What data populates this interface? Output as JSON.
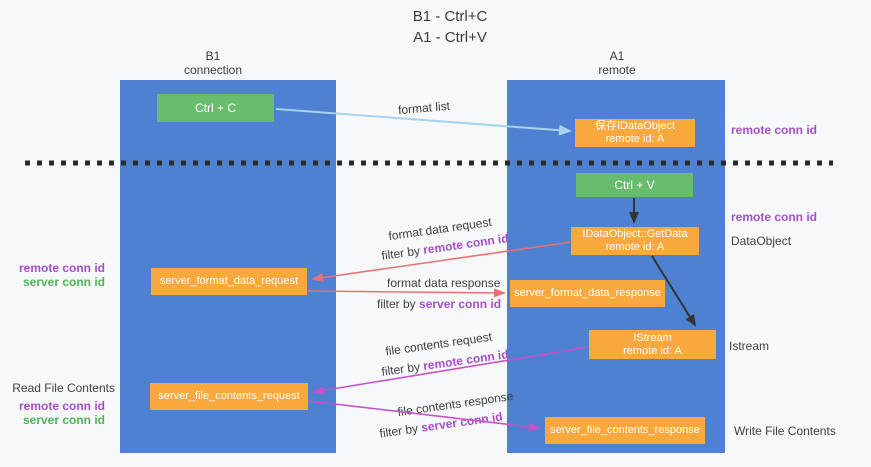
{
  "title": {
    "line1": "B1 - Ctrl+C",
    "line2": "A1 - Ctrl+V"
  },
  "lanes": {
    "left": {
      "header": "B1\nconnection"
    },
    "right": {
      "header": "A1\nremote"
    }
  },
  "nodes": {
    "ctrl_c": "Ctrl + C",
    "ctrl_v": "Ctrl + V",
    "save_idataobject": "保存IDataObject\nremote id: A",
    "getdata": "IDataObject::GetData\nremote id: A",
    "istream": "IStream\nremote id: A",
    "format_request": "server_format_data_request",
    "format_response": "server_format_data_response",
    "file_request": "server_file_contents_request",
    "file_response": "server_file_contents_response"
  },
  "edges": {
    "format_list": "format list",
    "format_data_request": "format data request",
    "format_data_response": "format data response",
    "file_contents_request": "file contents request",
    "file_contents_response": "file contents response",
    "filter_by": "filter by ",
    "remote_conn_id": "remote conn id",
    "server_conn_id": "server conn id"
  },
  "annotations": {
    "left_remote_conn_id": "remote conn id",
    "left_server_conn_id": "server conn id",
    "read_file_contents": "Read File Contents",
    "left_remote_conn_id_2": "remote conn id",
    "left_server_conn_id_2": "server conn id",
    "right_remote_conn_id_top": "remote conn id",
    "right_remote_conn_id_mid": "remote conn id",
    "dataobject": "DataObject",
    "istream_label": "Istream",
    "write_file_contents": "Write File Contents"
  },
  "colors": {
    "lane_blue": "#4e81d2",
    "node_green": "#68bd6c",
    "node_orange": "#f8a83d",
    "purple_text": "#a64fc6",
    "green_text": "#53b157",
    "red_arrow": "#e87272",
    "magenta_arrow": "#c653c6",
    "light_blue_arrow": "#a8d3f0",
    "dashed_line": "#2a2a2a"
  }
}
